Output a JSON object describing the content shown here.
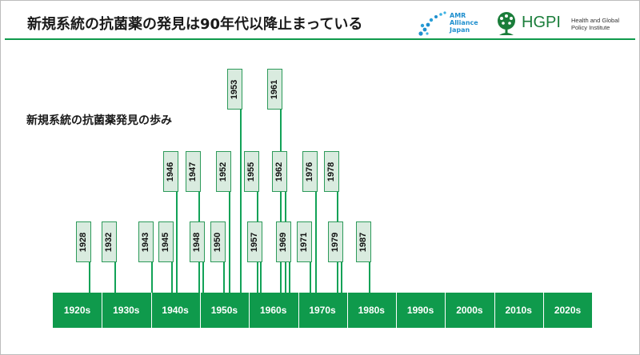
{
  "slide": {
    "title": "新規系統の抗菌薬の発見は90年代以降止まっている",
    "subtitle": "新規系統の抗菌薬発見の歩み"
  },
  "logos": {
    "amr": {
      "line1": "AMR",
      "line2": "Alliance",
      "line3": "Japan"
    },
    "hgpi": {
      "word": "HGPI",
      "line1": "Health and Global",
      "line2": "Policy Institute"
    }
  },
  "colors": {
    "accent_green": "#0f9a4c",
    "tag_fill": "#d9ebdf",
    "amr_blue": "#1f8fce"
  },
  "decades": [
    "1920s",
    "1930s",
    "1940s",
    "1950s",
    "1960s",
    "1970s",
    "1980s",
    "1990s",
    "2000s",
    "2010s",
    "2020s"
  ],
  "discoveries": [
    {
      "year": "1928"
    },
    {
      "year": "1932"
    },
    {
      "year": "1943"
    },
    {
      "year": "1945"
    },
    {
      "year": "1946"
    },
    {
      "year": "1947"
    },
    {
      "year": "1948"
    },
    {
      "year": "1950"
    },
    {
      "year": "1952"
    },
    {
      "year": "1953"
    },
    {
      "year": "1955"
    },
    {
      "year": "1957"
    },
    {
      "year": "1961"
    },
    {
      "year": "1962"
    },
    {
      "year": "1969"
    },
    {
      "year": "1971"
    },
    {
      "year": "1976"
    },
    {
      "year": "1978"
    },
    {
      "year": "1979"
    },
    {
      "year": "1987"
    }
  ]
}
